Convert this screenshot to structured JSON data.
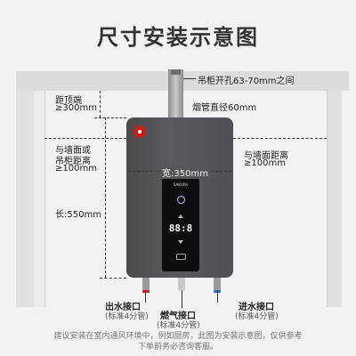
{
  "title": "尺寸安装示意图",
  "labels": {
    "cabinet_hole": "吊柜开孔63-70mm之间",
    "flue_diameter": "烟管直径60mm",
    "top_distance_l1": "距顶端",
    "top_distance_l2": "≥300mm",
    "left_distance_l1": "与墙面或",
    "left_distance_l2": "吊柜距离",
    "left_distance_l3": "≥100mm",
    "right_distance_l1": "与墙面距离",
    "right_distance_l2": "≥100mm",
    "width": "宽:350mm",
    "length": "长:550mm",
    "water_out": "出水接口",
    "water_out_sub": "(标准4分管)",
    "gas": "燃气接口",
    "gas_sub": "(标准4分管)",
    "water_in": "进水接口",
    "water_in_sub": "(标准4分管)"
  },
  "device": {
    "brand": "SAKURA",
    "display": "88:8"
  },
  "footnote": {
    "line1": "建议安装在室内通风环境中，例如厨房，此图为安装示意图，仅供参考",
    "line2": "下单前务必咨询客服。"
  },
  "colors": {
    "heater_body": "#55555a",
    "panel": "#0e0e10",
    "brand_red": "#c41e1e",
    "hot_pipe": "#cc2222",
    "cold_pipe": "#2a6fd4"
  }
}
